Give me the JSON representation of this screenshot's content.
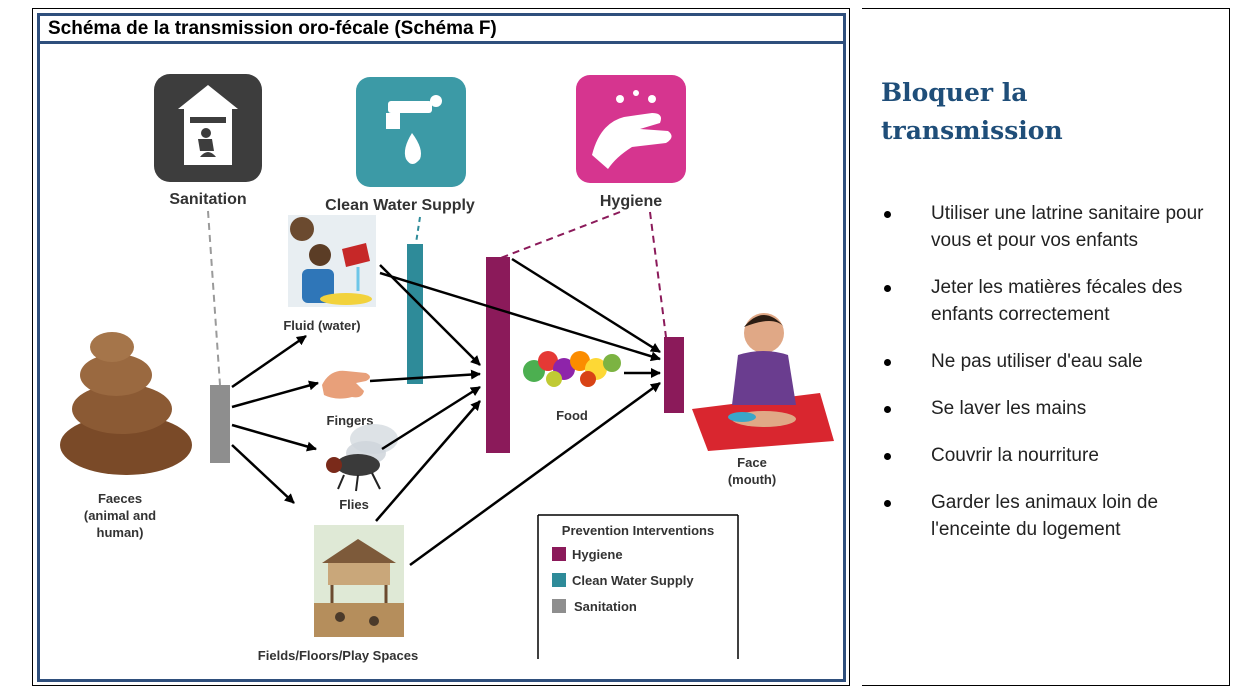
{
  "figure_title": "Schéma de la transmission oro-fécale (Schéma F)",
  "diagram": {
    "interventions": {
      "sanitation": "Sanitation",
      "clean_water": "Clean Water Supply",
      "hygiene": "Hygiene"
    },
    "nodes": {
      "faeces": [
        "Faeces",
        "(animal and",
        "human)"
      ],
      "fluid": "Fluid (water)",
      "fingers": "Fingers",
      "flies": "Flies",
      "fields": "Fields/Floors/Play Spaces",
      "food": "Food",
      "face": [
        "Face",
        "(mouth)"
      ]
    },
    "legend": {
      "title": "Prevention Interventions",
      "items": [
        {
          "label": "Hygiene",
          "color": "#8b1a5a"
        },
        {
          "label": "Clean Water Supply",
          "color": "#2e8b99"
        },
        {
          "label": "Sanitation",
          "color": "#8e8e8e"
        }
      ]
    },
    "colors": {
      "sanitation_icon": "#3d3d3d",
      "water_icon": "#3c9aa6",
      "hygiene_icon": "#d6358f",
      "barrier_hygiene": "#8b1a5a",
      "barrier_water": "#2e8b99",
      "barrier_sanitation": "#8e8e8e",
      "frame": "#2f4f7c"
    }
  },
  "sidebar": {
    "heading_lines": [
      "Bloquer la",
      "transmission"
    ],
    "bullets": [
      "Utiliser une latrine sanitaire pour vous et pour vos enfants",
      "Jeter les matières fécales des enfants correctement",
      "Ne pas utiliser d'eau sale",
      "Se laver les mains",
      "Couvrir la nourriture",
      "Garder les animaux loin de l'enceinte du logement"
    ]
  }
}
